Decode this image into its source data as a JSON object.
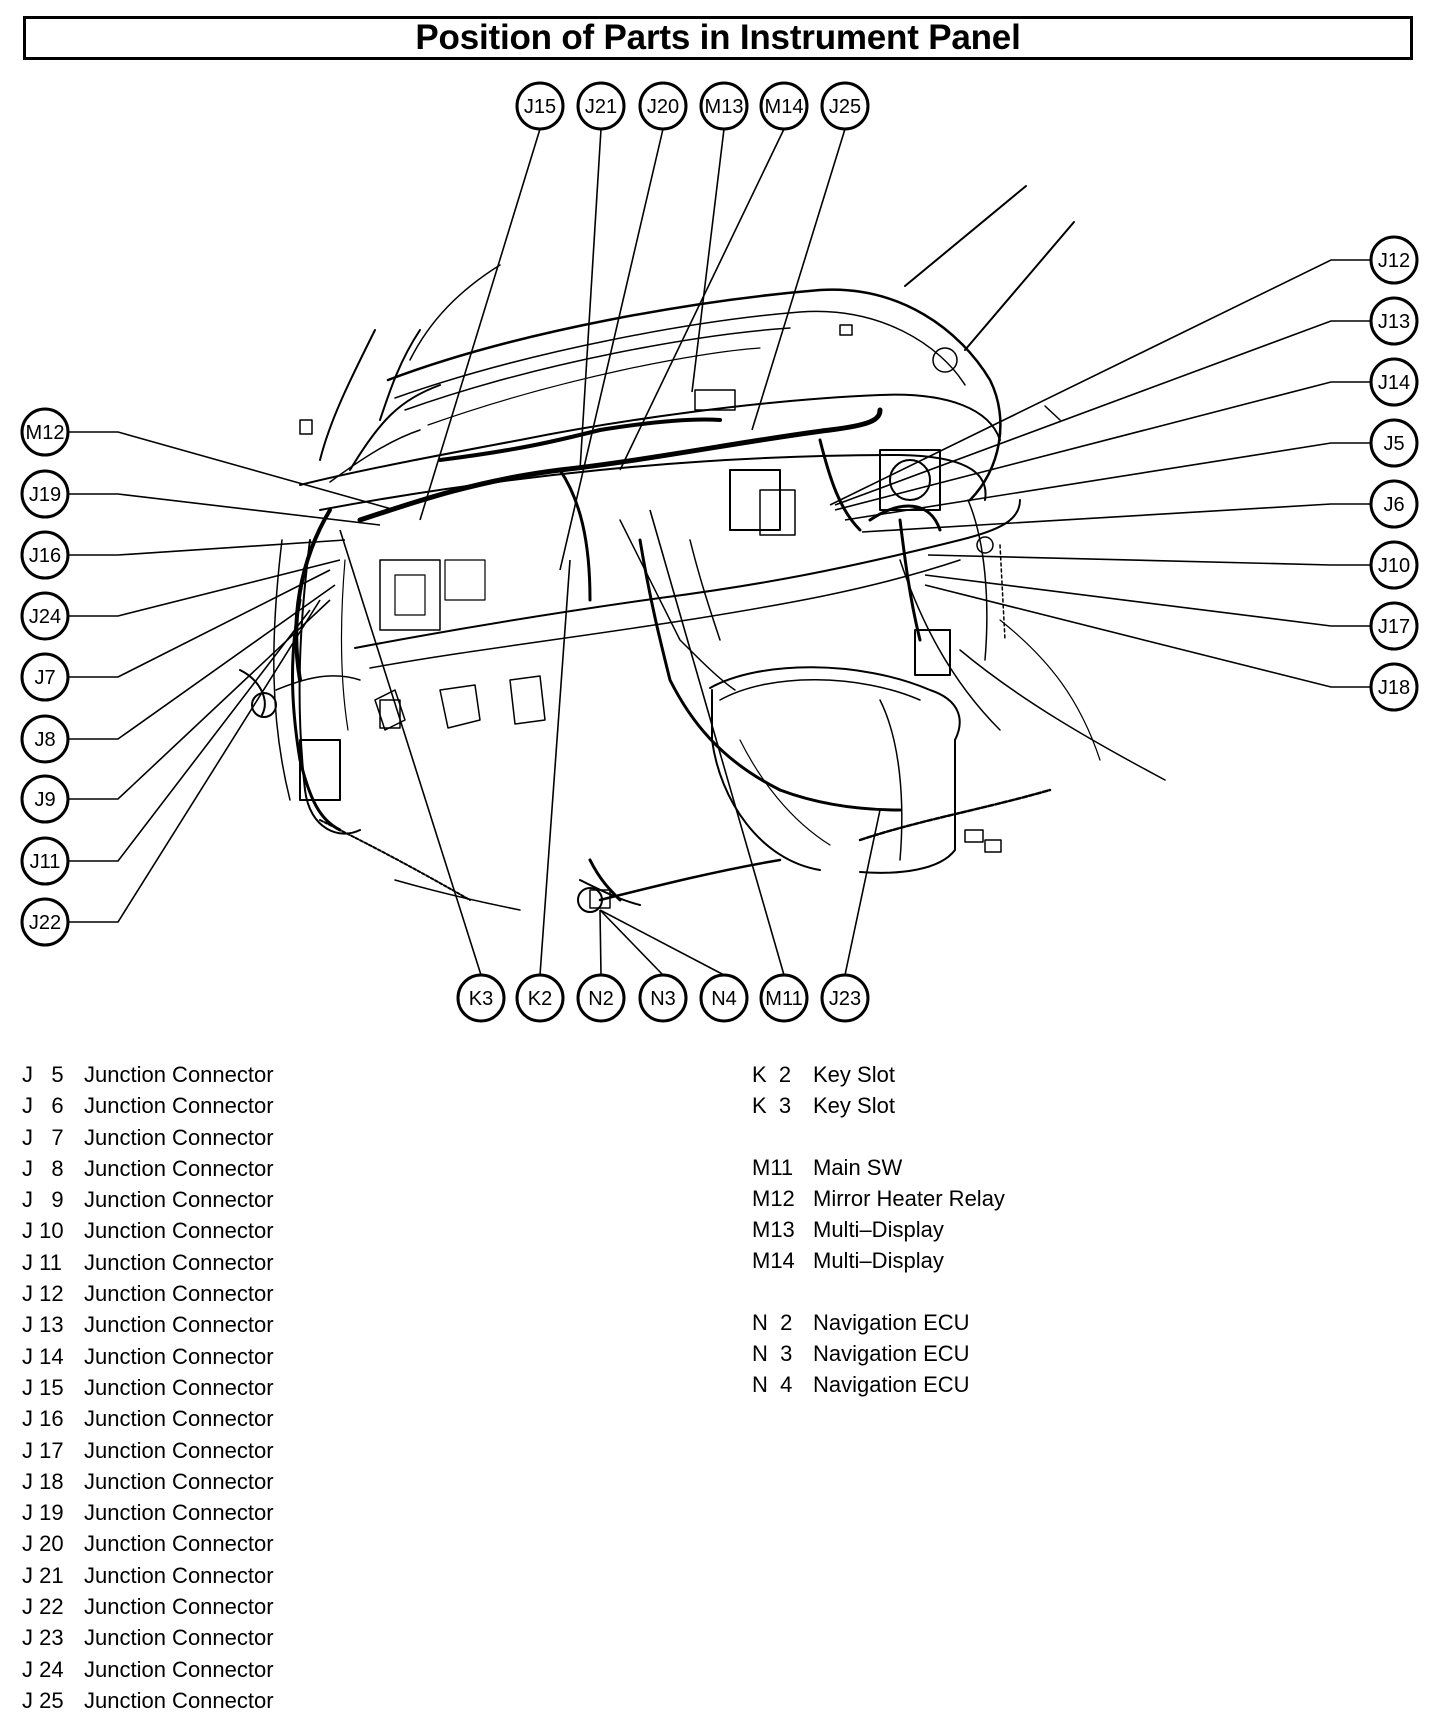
{
  "title": "Position of Parts in Instrument Panel",
  "callouts": {
    "top": [
      "J15",
      "J21",
      "J20",
      "M13",
      "M14",
      "J25"
    ],
    "left": [
      "M12",
      "J19",
      "J16",
      "J24",
      "J7",
      "J8",
      "J9",
      "J11",
      "J22"
    ],
    "right": [
      "J12",
      "J13",
      "J14",
      "J5",
      "J6",
      "J10",
      "J17",
      "J18"
    ],
    "bottom": [
      "K3",
      "K2",
      "N2",
      "N3",
      "N4",
      "M11",
      "J23"
    ]
  },
  "legend_left": [
    {
      "code": "J   5",
      "name": "Junction Connector"
    },
    {
      "code": "J   6",
      "name": "Junction Connector"
    },
    {
      "code": "J   7",
      "name": "Junction Connector"
    },
    {
      "code": "J   8",
      "name": "Junction Connector"
    },
    {
      "code": "J   9",
      "name": "Junction Connector"
    },
    {
      "code": "J 10",
      "name": "Junction Connector"
    },
    {
      "code": "J 11",
      "name": "Junction Connector"
    },
    {
      "code": "J 12",
      "name": "Junction Connector"
    },
    {
      "code": "J 13",
      "name": "Junction Connector"
    },
    {
      "code": "J 14",
      "name": "Junction Connector"
    },
    {
      "code": "J 15",
      "name": "Junction Connector"
    },
    {
      "code": "J 16",
      "name": "Junction Connector"
    },
    {
      "code": "J 17",
      "name": "Junction Connector"
    },
    {
      "code": "J 18",
      "name": "Junction Connector"
    },
    {
      "code": "J 19",
      "name": "Junction Connector"
    },
    {
      "code": "J 20",
      "name": "Junction Connector"
    },
    {
      "code": "J 21",
      "name": "Junction Connector"
    },
    {
      "code": "J 22",
      "name": "Junction Connector"
    },
    {
      "code": "J 23",
      "name": "Junction Connector"
    },
    {
      "code": "J 24",
      "name": "Junction Connector"
    },
    {
      "code": "J 25",
      "name": "Junction Connector"
    }
  ],
  "legend_right": [
    {
      "code": "K  2",
      "name": "Key Slot"
    },
    {
      "code": "K  3",
      "name": "Key Slot"
    },
    {
      "code": "",
      "name": ""
    },
    {
      "code": "M11",
      "name": "Main SW"
    },
    {
      "code": "M12",
      "name": "Mirror Heater Relay"
    },
    {
      "code": "M13",
      "name": "Multi–Display"
    },
    {
      "code": "M14",
      "name": "Multi–Display"
    },
    {
      "code": "",
      "name": ""
    },
    {
      "code": "N  2",
      "name": "Navigation ECU"
    },
    {
      "code": "N  3",
      "name": "Navigation ECU"
    },
    {
      "code": "N  4",
      "name": "Navigation ECU"
    }
  ]
}
